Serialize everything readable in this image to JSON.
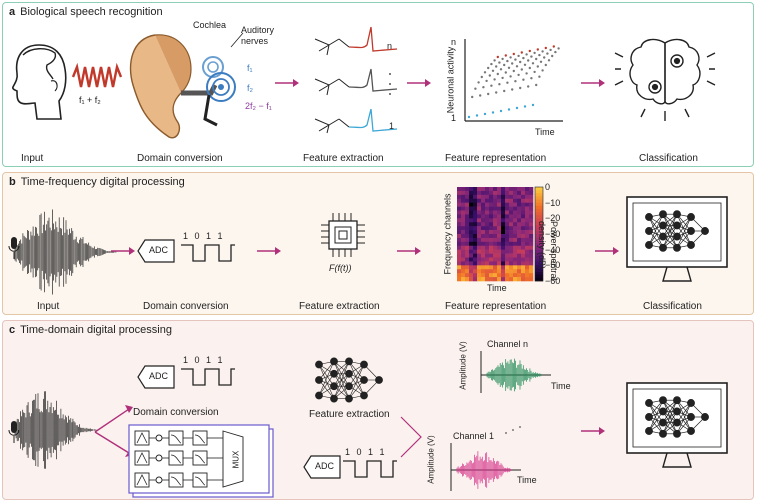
{
  "panel_a": {
    "letter": "a",
    "title": "Biological speech recognition",
    "stage_labels": [
      "Input",
      "Domain conversion",
      "Feature extraction",
      "Feature representation",
      "Classification"
    ],
    "cochlea_label": "Cochlea",
    "auditory_label_1": "Auditory",
    "auditory_label_2": "nerves",
    "freq_input": "f₁ + f₂",
    "freq_f1": "f₁",
    "freq_f2": "f₂",
    "freq_combo": "2f₂ − f₁",
    "neuron_n": "n",
    "neuron_1": "1",
    "raster_ylabel": "Neuronal activity",
    "raster_xlabel": "Time",
    "raster_ytop": "n",
    "raster_ybottom": "1"
  },
  "panel_b": {
    "letter": "b",
    "title": "Time-frequency digital processing",
    "stage_labels": [
      "Input",
      "Domain conversion",
      "Feature extraction",
      "Feature representation",
      "Classification"
    ],
    "adc_label": "ADC",
    "bits": "1 0 1 1",
    "feature_func": "F(f(t))",
    "spec_ylabel": "Frequency channels",
    "spec_xlabel": "Time",
    "colorbar_ticks": [
      "0",
      "−10",
      "−20",
      "−30",
      "−40",
      "−50",
      "−60"
    ],
    "colorbar_label_1": "Power spectral",
    "colorbar_label_2": "density (dB)"
  },
  "panel_c": {
    "letter": "c",
    "title": "Time-domain digital processing",
    "adc_label": "ADC",
    "bits": "1 0 1 1",
    "domain_label": "Domain conversion",
    "feature_label": "Feature extraction",
    "mux_label": "MUX",
    "channel_n": "Channel n",
    "channel_1": "Channel 1",
    "amp_label": "Amplitude (V)",
    "time_label": "Time",
    "adc2_label": "ADC",
    "bits2": "1 0 1 1"
  },
  "colors": {
    "arrow": "#b0307a",
    "panel_a_border": "#8ccfb4",
    "panel_b_bg": "#fdf6ef",
    "panel_c_bg": "#fbf2ef",
    "wave_green": "#1f8a55",
    "wave_pink": "#d6338a",
    "neuron_red": "#c0392b",
    "neuron_blue": "#3ea7d6"
  }
}
